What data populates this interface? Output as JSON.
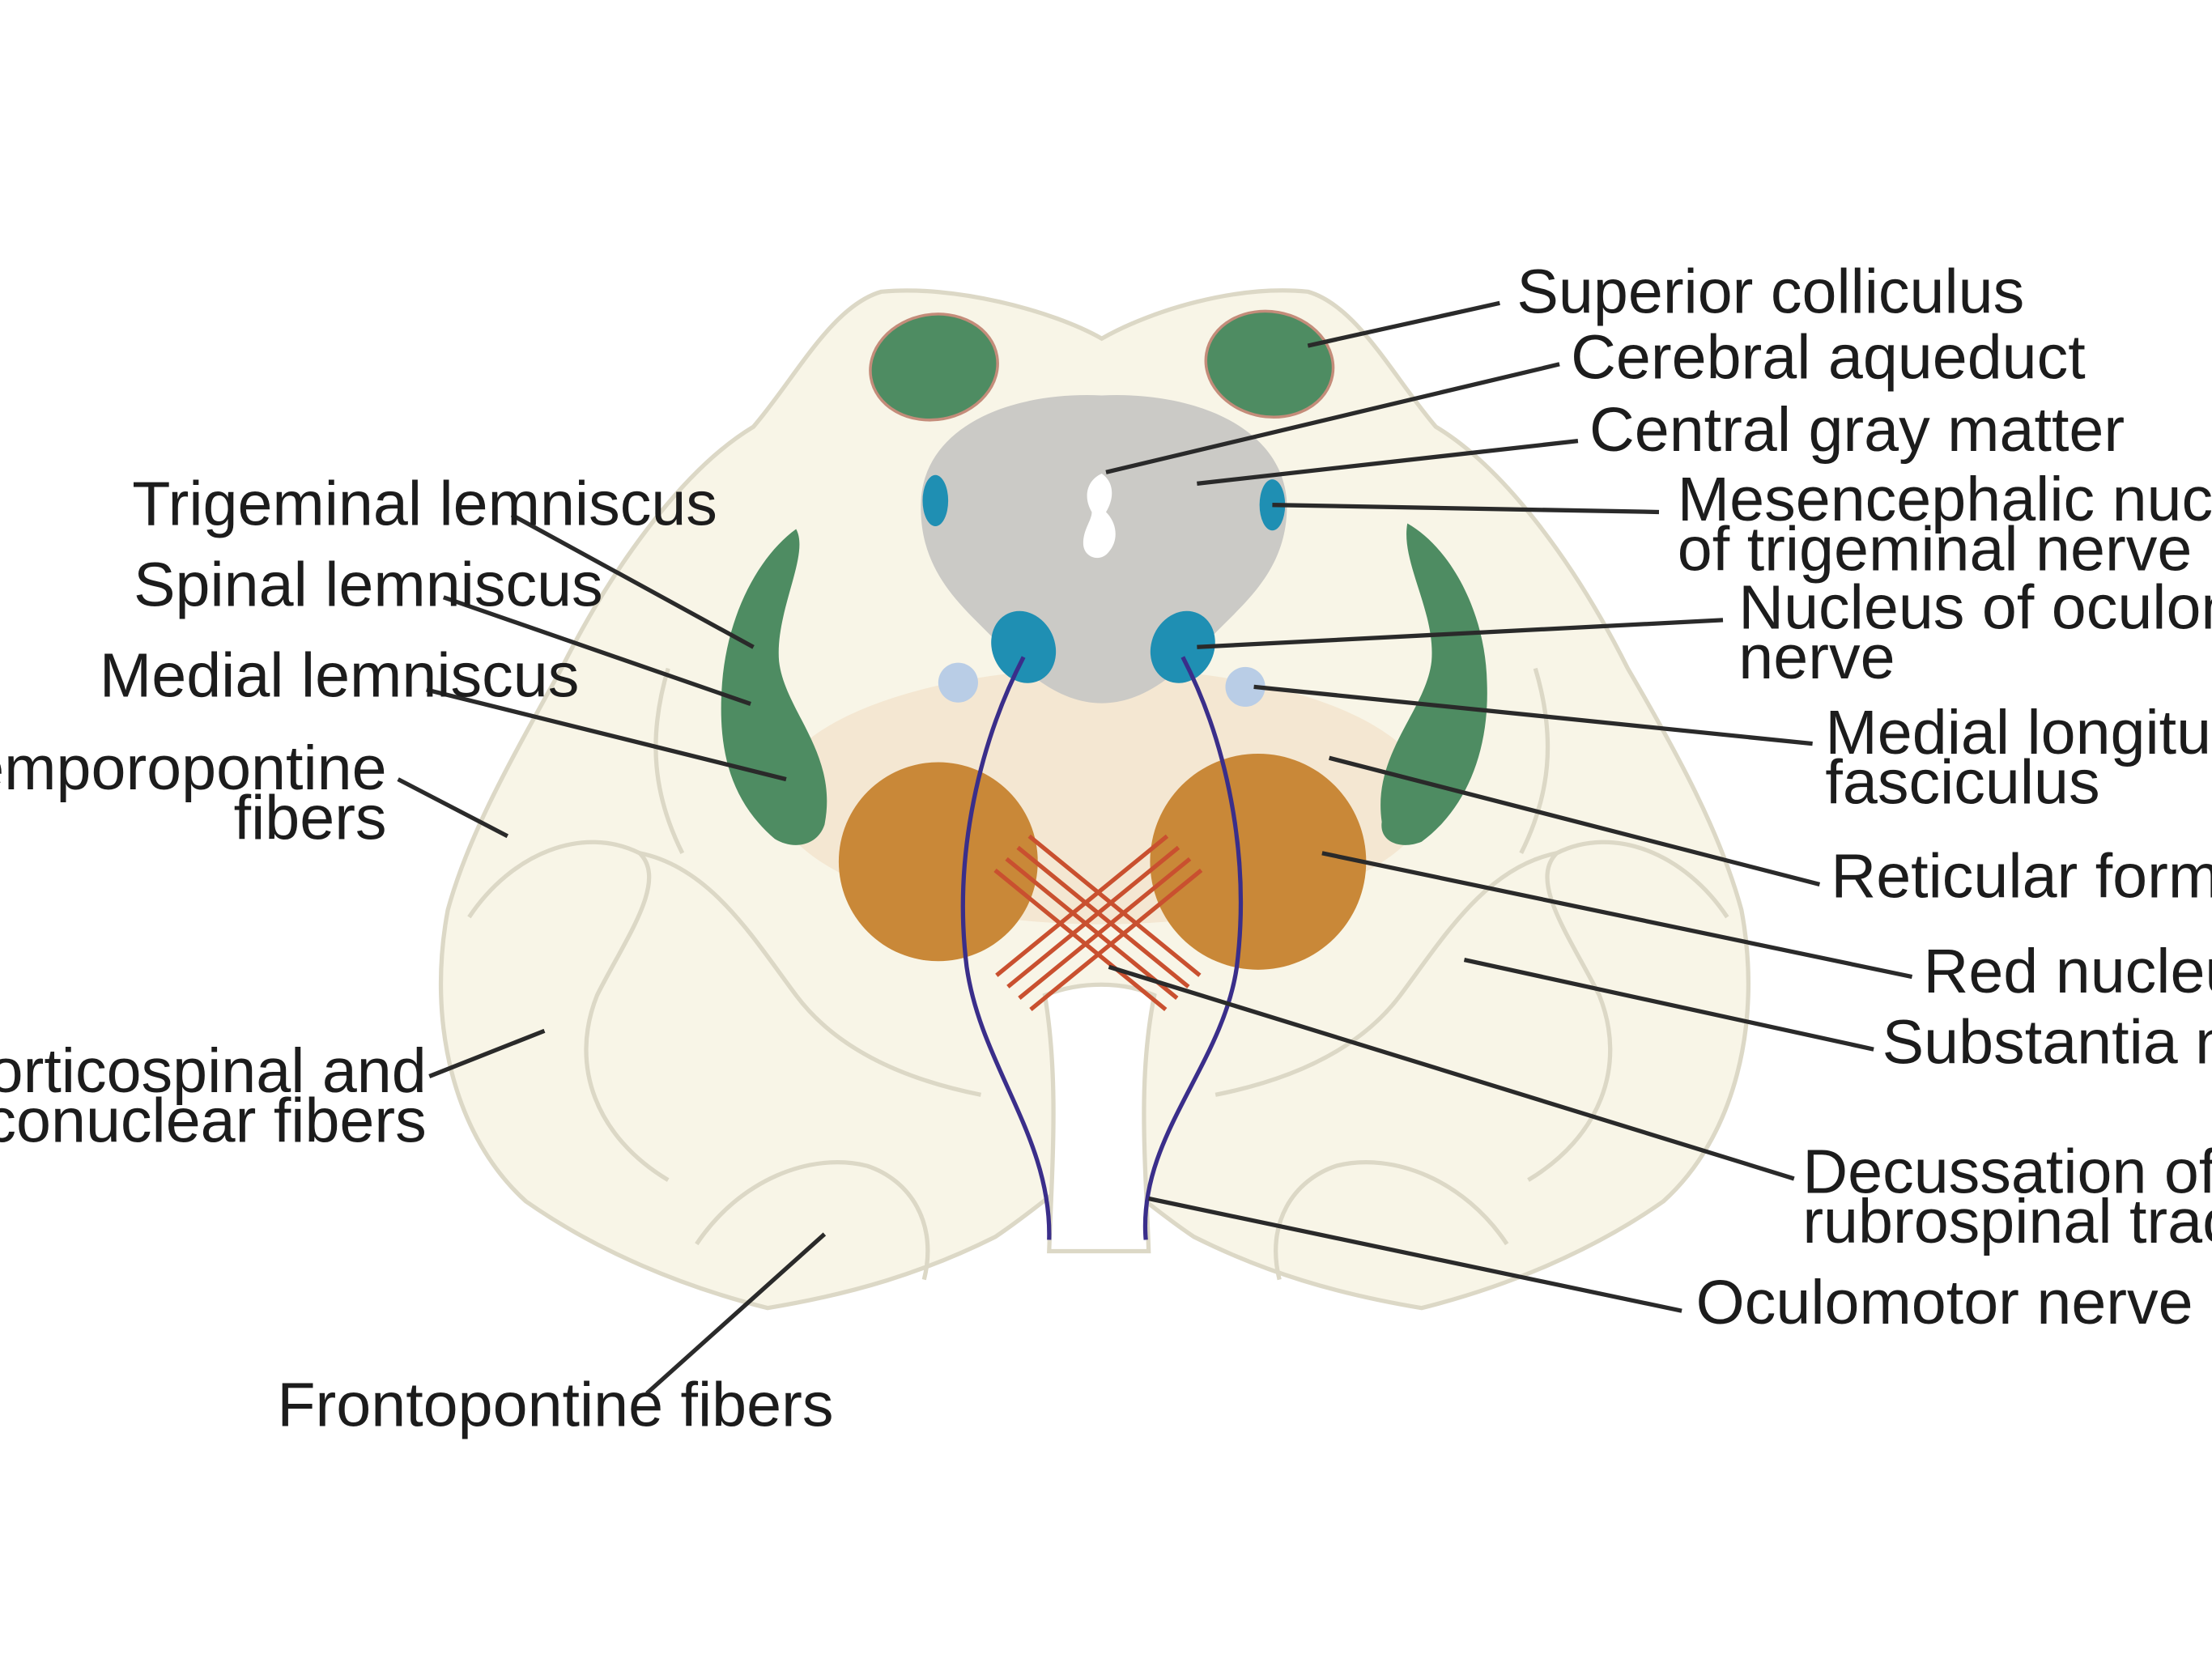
{
  "colors": {
    "background": "#ffffff",
    "tissue": "#f8f5e7",
    "tissue_outline": "#dcd8c6",
    "colliculus_and_lemnisci": "#4e8c62",
    "central_gray": "#cbcac6",
    "nuclei": "#1f8fb3",
    "mlf": "#b9cde6",
    "red_nucleus": "#c98838",
    "oculomotor_nerve": "#3a2e8a",
    "rubrospinal_decussation": "#c9502f",
    "reticular_haze": "#f0d8b8",
    "label_text": "#1c1c1c"
  },
  "labels": {
    "superior_colliculus": "Superior colliculus",
    "cerebral_aqueduct": "Cerebral aqueduct",
    "central_gray_matter": "Central gray matter",
    "mesencephalic_nucleus": [
      "Mesencephalic nucleus",
      "of trigeminal nerve"
    ],
    "nucleus_oculomotor": [
      "Nucleus of oculomotor",
      "nerve"
    ],
    "medial_longitudinal_fasciculus": [
      "Medial longitudinal",
      "fasciculus"
    ],
    "reticular_formation": "Reticular formation",
    "red_nucleus": "Red nucleus",
    "substantia_nigra": "Substantia nigra",
    "decussation_rubrospinal": [
      "Decussation of",
      "rubrospinal tracts"
    ],
    "oculomotor_nerve": "Oculomotor nerve",
    "trigeminal_lemniscus": "Trigeminal lemniscus",
    "spinal_lemniscus": "Spinal lemniscus",
    "medial_lemniscus": "Medial lemniscus",
    "temporopontine_fibers": [
      "Temporopontine",
      "fibers"
    ],
    "corticospinal_corticonuclear": [
      "Corticospinal and",
      "corticonuclear fibers"
    ],
    "frontopontine_fibers": "Frontopontine fibers"
  }
}
